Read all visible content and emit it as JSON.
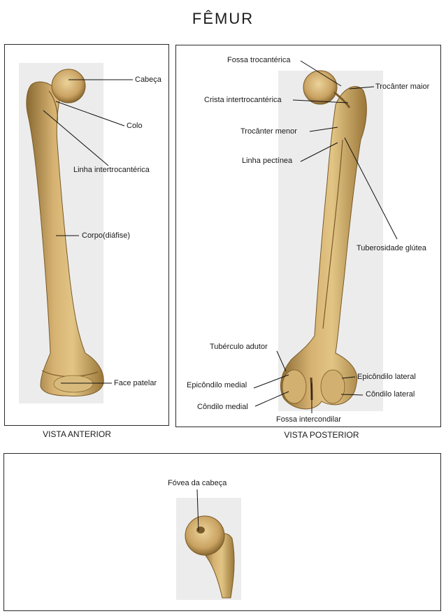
{
  "title": "FÊMUR",
  "captions": {
    "anterior": "VISTA ANTERIOR",
    "posterior": "VISTA POSTERIOR"
  },
  "labels": {
    "anterior": {
      "cabeca": "Cabeça",
      "colo": "Colo",
      "linha_intertrocanterica": "Linha intertrocantérica",
      "corpo": "Corpo(diáfise)",
      "face_patelar": "Face patelar"
    },
    "posterior": {
      "fossa_trocanterica": "Fossa trocantérica",
      "trocanter_maior": "Trocânter maior",
      "crista_intertrocanterica": "Crista intertrocantérica",
      "trocanter_menor": "Trocânter menor",
      "linha_pectinea": "Linha pectínea",
      "tuberosidade_glutea": "Tuberosidade glútea",
      "tuberculo_adutor": "Tubérculo adutor",
      "epicondilo_lateral": "Epicôndilo lateral",
      "epicondilo_medial": "Epicôndilo medial",
      "condilo_lateral": "Côndilo lateral",
      "condilo_medial": "Côndilo medial",
      "fossa_intercondilar": "Fossa intercondilar"
    },
    "detail": {
      "fovea_cabeca": "Fóvea da cabeça"
    }
  },
  "colors": {
    "bone": "#c9a262",
    "bone_shadow": "#8a6a32",
    "bone_highlight": "#e4c888",
    "photo_bg": "#ececec",
    "leader_line": "#111111"
  }
}
